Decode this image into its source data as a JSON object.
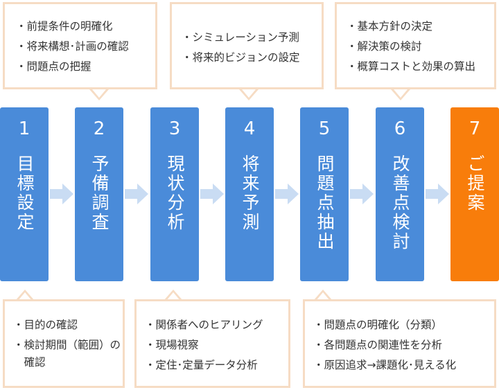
{
  "colors": {
    "step": "#4a8bd9",
    "final_step": "#f87d0b",
    "callout_border": "#f6dcc4",
    "arrow": "#c9dcf3"
  },
  "steps": [
    {
      "num": "1",
      "label": "目標設定"
    },
    {
      "num": "2",
      "label": "予備調査"
    },
    {
      "num": "3",
      "label": "現状分析"
    },
    {
      "num": "4",
      "label": "将来予測"
    },
    {
      "num": "5",
      "label": "問題点抽出"
    },
    {
      "num": "6",
      "label": "改善点検討"
    },
    {
      "num": "7",
      "label": "ご提案"
    }
  ],
  "callouts_top": [
    {
      "step": "2",
      "items": [
        "・前提条件の明確化",
        "・将来構想･計画の確認",
        "・問題点の把握"
      ]
    },
    {
      "step": "4",
      "items": [
        "・シミュレーション予測",
        "・将来的ビジョンの設定"
      ]
    },
    {
      "step": "6",
      "items": [
        "・基本方針の決定",
        "・解決策の検討",
        "・概算コストと効果の算出"
      ]
    }
  ],
  "callouts_bottom": [
    {
      "step": "1",
      "items": [
        "・目的の確認",
        "・検討期間（範囲）の",
        "　確認"
      ]
    },
    {
      "step": "3",
      "items": [
        "・関係者へのヒアリング",
        "・現場視察",
        "・定住･定量データ分析"
      ]
    },
    {
      "step": "5",
      "items": [
        "・問題点の明確化（分類）",
        "・各問題点の関連性を分析",
        "・原因追求→課題化･見える化"
      ]
    }
  ]
}
